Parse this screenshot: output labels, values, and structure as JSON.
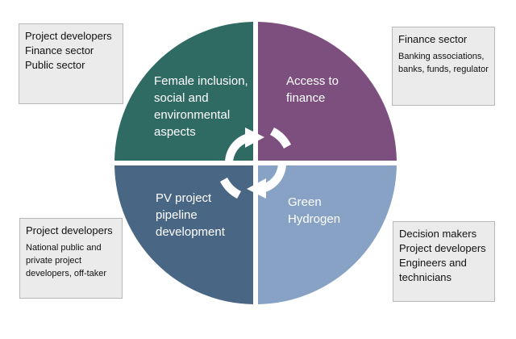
{
  "colors": {
    "top_left": "#2f6b63",
    "top_right": "#7d4f7f",
    "bottom_left": "#496785",
    "bottom_right": "#87a2c4",
    "box_fill": "#ebebeb",
    "box_border": "#b9b9b9"
  },
  "quadrants": {
    "top_left": "Female inclusion,\nsocial and\nenvironmental\naspects",
    "top_right": "Access to\nfinance",
    "bottom_left": "PV project\npipeline\ndevelopment",
    "bottom_right": "Green\nHydrogen"
  },
  "center_icon": "cycle-arrows-icon",
  "boxes": {
    "top_left": {
      "heading": "Project developers\nFinance sector\nPublic sector",
      "detail": ""
    },
    "top_right": {
      "heading": "Finance sector",
      "detail": "Banking associations,\nbanks, funds, regulator"
    },
    "bottom_left": {
      "heading": "Project developers",
      "detail": "National public and\nprivate  project\ndevelopers, off-taker"
    },
    "bottom_right": {
      "heading": "Decision makers\nProject developers\nEngineers and\ntechnicians",
      "detail": ""
    }
  }
}
